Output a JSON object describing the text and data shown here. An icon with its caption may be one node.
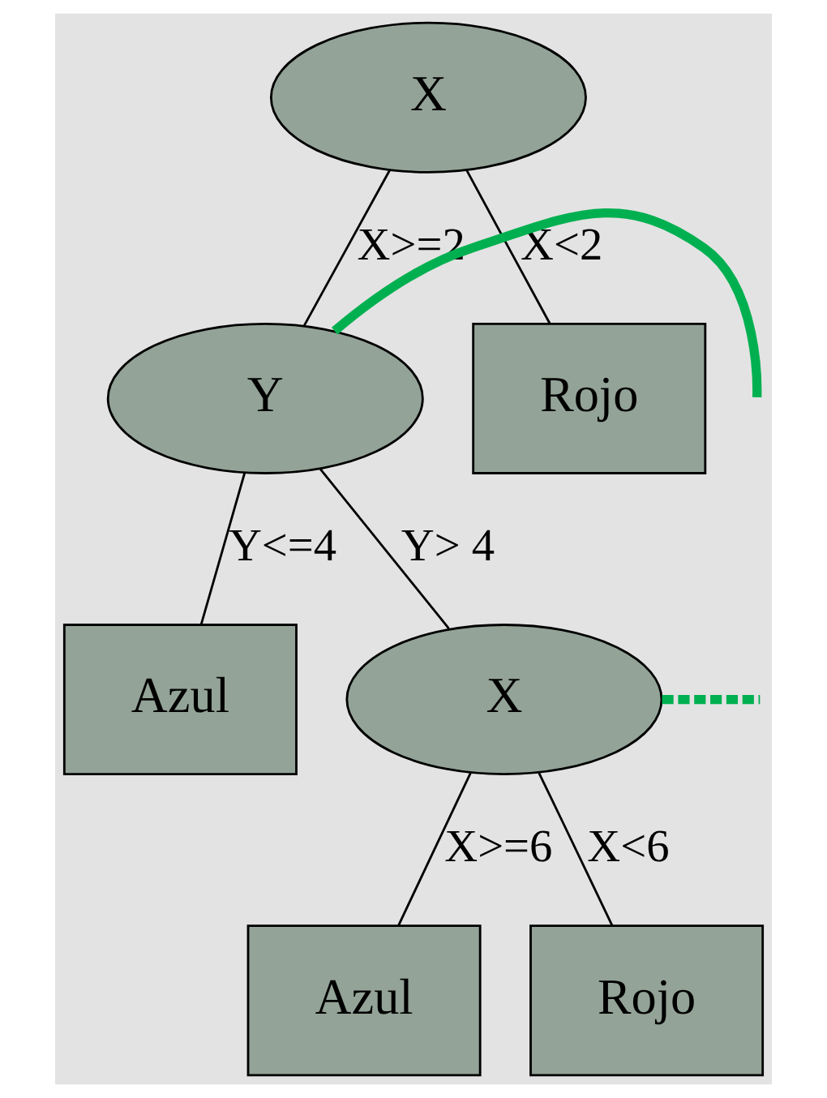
{
  "diagram": {
    "nodes": [
      {
        "text": [
          "X"
        ]
      },
      {
        "text": [
          "Y"
        ]
      },
      {
        "text": [
          "Rojo"
        ]
      },
      {
        "text": [
          "Azul"
        ]
      },
      {
        "text": [
          "X"
        ]
      },
      {
        "text": [
          "Azul"
        ]
      },
      {
        "text": [
          "Rojo"
        ]
      }
    ],
    "edges": [
      {
        "from": 0,
        "to": 1,
        "arrow": "none",
        "label": "X>=2"
      },
      {
        "from": 0,
        "to": 2,
        "arrow": "none",
        "label": "X<2"
      },
      {
        "from": 1,
        "to": 3,
        "arrow": "none",
        "label": "Y<=4"
      },
      {
        "from": 1,
        "to": 4,
        "arrow": "none",
        "label": "Y> 4"
      },
      {
        "from": 4,
        "to": 5,
        "arrow": "none",
        "label": "X>=6"
      },
      {
        "from": 4,
        "to": 6,
        "arrow": "none",
        "label": "X<6"
      },
      {
        "from": 1,
        "to": null,
        "arrow": "none",
        "style": "thick",
        "color": "#00b050"
      },
      {
        "from": 4,
        "to": null,
        "arrow": "none",
        "style": "dashed",
        "color": "#00b050"
      }
    ]
  }
}
